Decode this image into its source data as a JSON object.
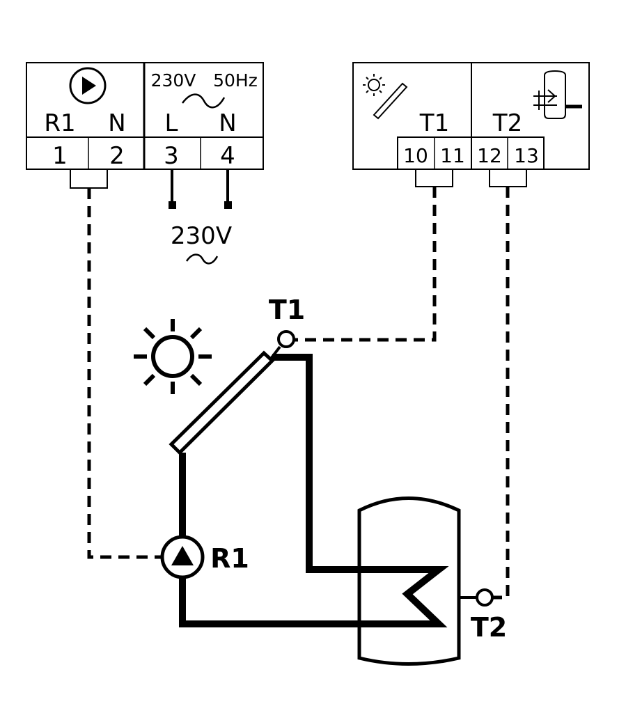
{
  "left_block": {
    "r1_label": "R1",
    "n_label": "N",
    "supply_label": "230V",
    "freq_label": "50Hz",
    "l_label": "L",
    "n2_label": "N",
    "terminals": [
      "1",
      "2",
      "3",
      "4"
    ]
  },
  "mains": {
    "voltage_label": "230V",
    "ac_symbol": "~"
  },
  "right_block": {
    "t1_label": "T1",
    "t2_label": "T2",
    "terminals": [
      "10",
      "11",
      "12",
      "13"
    ]
  },
  "system": {
    "collector_sensor_label": "T1",
    "pump_label": "R1",
    "tank_sensor_label": "T2"
  },
  "icons": [
    "pump-icon",
    "sun-icon",
    "collector-icon",
    "tank-heating-icon",
    "sun-large-icon",
    "pump-symbol-icon"
  ]
}
